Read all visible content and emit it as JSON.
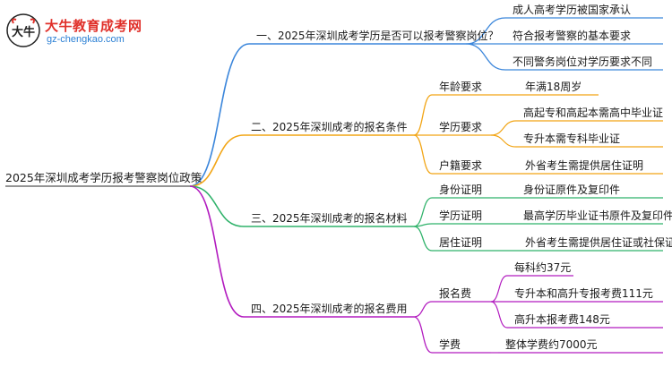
{
  "logo": {
    "title": "大牛教育成考网",
    "url": "gz-chengkao.com",
    "mark_text": "大牛"
  },
  "colors": {
    "blue": "#3b86db",
    "orange": "#f2a515",
    "green": "#2fb26a",
    "purple": "#b21bbf"
  },
  "mindmap": {
    "root": "2025年深圳成考学历报考警察岗位政策",
    "branches": [
      {
        "label": "一、2025年深圳成考学历是否可以报考警察岗位？",
        "color": "blue",
        "children": [
          {
            "label": "成人高考学历被国家承认"
          },
          {
            "label": "符合报考警察的基本要求"
          },
          {
            "label": "不同警务岗位对学历要求不同"
          }
        ]
      },
      {
        "label": "二、2025年深圳成考的报名条件",
        "color": "orange",
        "children": [
          {
            "label": "年龄要求",
            "children": [
              {
                "label": "年满18周岁"
              }
            ]
          },
          {
            "label": "学历要求",
            "children": [
              {
                "label": "高起专和高起本需高中毕业证"
              },
              {
                "label": "专升本需专科毕业证"
              }
            ]
          },
          {
            "label": "户籍要求",
            "children": [
              {
                "label": "外省考生需提供居住证明"
              }
            ]
          }
        ]
      },
      {
        "label": "三、2025年深圳成考的报名材料",
        "color": "green",
        "children": [
          {
            "label": "身份证明",
            "children": [
              {
                "label": "身份证原件及复印件"
              }
            ]
          },
          {
            "label": "学历证明",
            "children": [
              {
                "label": "最高学历毕业证书原件及复印件"
              }
            ]
          },
          {
            "label": "居住证明",
            "children": [
              {
                "label": "外省考生需提供居住证或社保证明"
              }
            ]
          }
        ]
      },
      {
        "label": "四、2025年深圳成考的报名费用",
        "color": "purple",
        "children": [
          {
            "label": "报名费",
            "children": [
              {
                "label": "每科约37元"
              },
              {
                "label": "专升本和高升专报考费111元"
              },
              {
                "label": "高升本报考费148元"
              }
            ]
          },
          {
            "label": "学费",
            "children": [
              {
                "label": "整体学费约7000元"
              }
            ]
          }
        ]
      }
    ]
  }
}
